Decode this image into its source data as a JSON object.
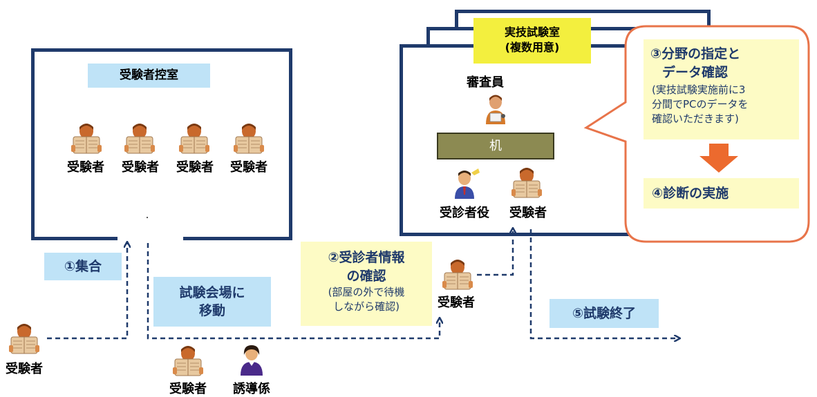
{
  "waiting_room": {
    "title": "受験者控室",
    "examinees": [
      "受験者",
      "受験者",
      "受験者",
      "受験者"
    ]
  },
  "exam_room": {
    "title_line1": "実技試験室",
    "title_line2": "(複数用意)",
    "examiner": "審査員",
    "desk": "机",
    "patient_role": "受診者役",
    "examinee": "受験者"
  },
  "callout": {
    "step3_line1": "③分野の指定と",
    "step3_line2": "データ確認",
    "step3_note_line1": "(実技試験実施前に3",
    "step3_note_line2": "分間でPCのデータを",
    "step3_note_line3": "確認いただきます)",
    "step4": "④診断の実施"
  },
  "steps": {
    "step1": "①集合",
    "move_line1": "試験会場に",
    "move_line2": "移動",
    "step2_line1": "②受診者情報",
    "step2_line2": "の確認",
    "step2_note_line1": "(部屋の外で待機",
    "step2_note_line2": "しながら確認)",
    "step5": "⑤試験終了"
  },
  "people": {
    "start_examinee": "受験者",
    "bottom_examinee": "受験者",
    "guide": "誘導係",
    "middle_examinee": "受験者"
  },
  "colors": {
    "navy": "#1f3a6b",
    "light_blue": "#bfe3f7",
    "light_yellow": "#fdfbc5",
    "bright_yellow": "#f3ef3e",
    "desk": "#8c8a52",
    "callout_border": "#e8744a",
    "arrow_orange": "#ec6a2e"
  },
  "icons": [
    "examinee-icon",
    "examiner-icon",
    "patient-role-icon",
    "guide-icon"
  ]
}
